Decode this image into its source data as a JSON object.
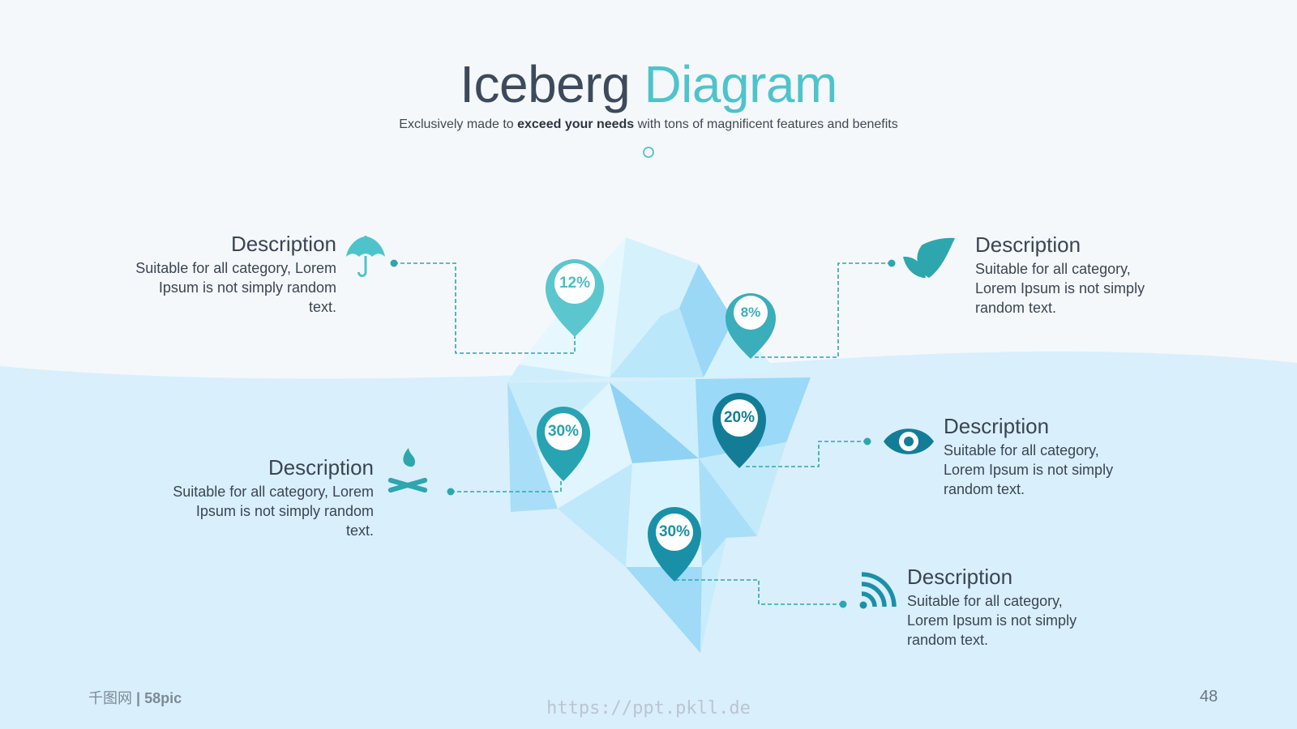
{
  "title": {
    "main": "Iceberg",
    "accent": "Diagram"
  },
  "subtitle": {
    "before": "Exclusively made to",
    "bold": "exceed your needs",
    "after": "with tons of magnificent features and benefits"
  },
  "colors": {
    "teal": "#4fc3cc",
    "teal_dark": "#1a8aa3",
    "navy": "#3c4a5c",
    "water": "#d9effb",
    "ice_light": "#c6ebfb",
    "ice_mid": "#8cd5f5"
  },
  "descriptions": [
    {
      "id": "top-left",
      "title": "Description",
      "lines": [
        "Suitable for all category, Lorem",
        "Ipsum is not simply random",
        "text."
      ],
      "icon": "umbrella-icon"
    },
    {
      "id": "top-right",
      "title": "Description",
      "lines": [
        "Suitable for all category,",
        "Lorem Ipsum is not simply",
        "random text."
      ],
      "icon": "leaf-icon"
    },
    {
      "id": "middle-left",
      "title": "Description",
      "lines": [
        "Suitable for all category, Lorem",
        "Ipsum is not simply random",
        "text."
      ],
      "icon": "campfire-icon"
    },
    {
      "id": "middle-right",
      "title": "Description",
      "lines": [
        "Suitable for all category,",
        "Lorem Ipsum is not simply",
        "random text."
      ],
      "icon": "eye-icon"
    },
    {
      "id": "bottom-right",
      "title": "Description",
      "lines": [
        "Suitable for all category,",
        "Lorem Ipsum is not simply",
        "random text."
      ],
      "icon": "rss-feed-icon"
    }
  ],
  "markers": [
    {
      "label": "12%"
    },
    {
      "label": "8%"
    },
    {
      "label": "30%"
    },
    {
      "label": "20%"
    },
    {
      "label": "30%"
    }
  ],
  "footer": {
    "brand_cn": "千图网",
    "brand_en": "58pic",
    "url": "https://ppt.pkll.de",
    "page_number": "48"
  }
}
